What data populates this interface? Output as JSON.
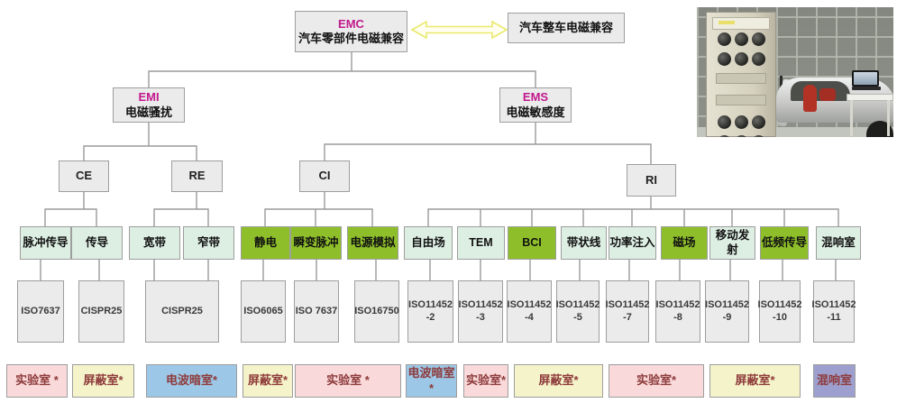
{
  "title": "汽车电磁兼容测试体系图",
  "colors": {
    "accent_magenta": "#c2188c",
    "room_text_maroon": "#8e3b3b",
    "mint_box": "#ddeee3",
    "green_box": "#8ebf2a",
    "pink_box": "#f9d9da",
    "yellow_box": "#f5f3c9",
    "blue_box": "#9cc7e6",
    "purple_box": "#9d9fce",
    "gray_box": "#ebebeb",
    "connector_line": "#9a9a9a",
    "arrow_yellow": "#e9e96b"
  },
  "root": {
    "code": "EMC",
    "label": "汽车零部件电磁兼容"
  },
  "vehicle": {
    "label": "汽车整车电磁兼容"
  },
  "branches": {
    "emi": {
      "code": "EMI",
      "label": "电磁骚扰"
    },
    "ems": {
      "code": "EMS",
      "label": "电磁敏感度"
    }
  },
  "level3": {
    "ce": "CE",
    "re": "RE",
    "ci": "CI",
    "ri": "RI"
  },
  "methods": [
    {
      "label": "脉冲传导",
      "variant": "mint"
    },
    {
      "label": "传导",
      "variant": "mint"
    },
    {
      "label": "宽带",
      "variant": "mint"
    },
    {
      "label": "窄带",
      "variant": "mint"
    },
    {
      "label": "静电",
      "variant": "green"
    },
    {
      "label": "瞬变脉冲",
      "variant": "green"
    },
    {
      "label": "电源模拟",
      "variant": "green"
    },
    {
      "label": "自由场",
      "variant": "mint"
    },
    {
      "label": "TEM",
      "variant": "mint"
    },
    {
      "label": "BCI",
      "variant": "green"
    },
    {
      "label": "带状线",
      "variant": "mint"
    },
    {
      "label": "功率注入",
      "variant": "mint"
    },
    {
      "label": "磁场",
      "variant": "green"
    },
    {
      "label": "移动发射",
      "variant": "mint"
    },
    {
      "label": "低频传导",
      "variant": "green"
    },
    {
      "label": "混响室",
      "variant": "mint"
    }
  ],
  "standards": [
    {
      "name": "ISO7637",
      "lines": [
        "ISO7637"
      ]
    },
    {
      "name": "CISPR25",
      "lines": [
        "CISPR25"
      ]
    },
    {
      "name": "CISPR25",
      "lines": [
        "CISPR25"
      ]
    },
    {
      "name": "ISO6065",
      "lines": [
        "ISO6065"
      ]
    },
    {
      "name": "ISO 7637",
      "lines": [
        "ISO 7637"
      ]
    },
    {
      "name": "ISO16750",
      "lines": [
        "ISO16750"
      ]
    },
    {
      "name": "ISO11452-2",
      "lines": [
        "ISO11452",
        "-2"
      ]
    },
    {
      "name": "ISO11452-3",
      "lines": [
        "ISO11452",
        "-3"
      ]
    },
    {
      "name": "ISO11452-4",
      "lines": [
        "ISO11452",
        "-4"
      ]
    },
    {
      "name": "ISO11452-5",
      "lines": [
        "ISO11452",
        "-5"
      ]
    },
    {
      "name": "ISO11452-7",
      "lines": [
        "ISO11452",
        "-7"
      ]
    },
    {
      "name": "ISO11452-8",
      "lines": [
        "ISO11452",
        "-8"
      ]
    },
    {
      "name": "ISO11452-9",
      "lines": [
        "ISO11452",
        "-9"
      ]
    },
    {
      "name": "ISO11452-10",
      "lines": [
        "ISO11452",
        "-10"
      ]
    },
    {
      "name": "ISO11452-11",
      "lines": [
        "ISO11452",
        "-11"
      ]
    }
  ],
  "rooms": [
    {
      "label": "实验室 *",
      "variant": "pink"
    },
    {
      "label": "屏蔽室*",
      "variant": "yellow"
    },
    {
      "label": "电波暗室*",
      "variant": "blue"
    },
    {
      "label": "屏蔽室*",
      "variant": "yellow"
    },
    {
      "label": "实验室 *",
      "variant": "pink"
    },
    {
      "label": "电波暗室*",
      "variant": "blue"
    },
    {
      "label": "实验室*",
      "variant": "pink"
    },
    {
      "label": "屏蔽室*",
      "variant": "yellow"
    },
    {
      "label": "实验室*",
      "variant": "pink"
    },
    {
      "label": "屏蔽室*",
      "variant": "yellow"
    },
    {
      "label": "混响室",
      "variant": "purple"
    }
  ],
  "photo": {
    "description": "EMC整车测试照片"
  }
}
